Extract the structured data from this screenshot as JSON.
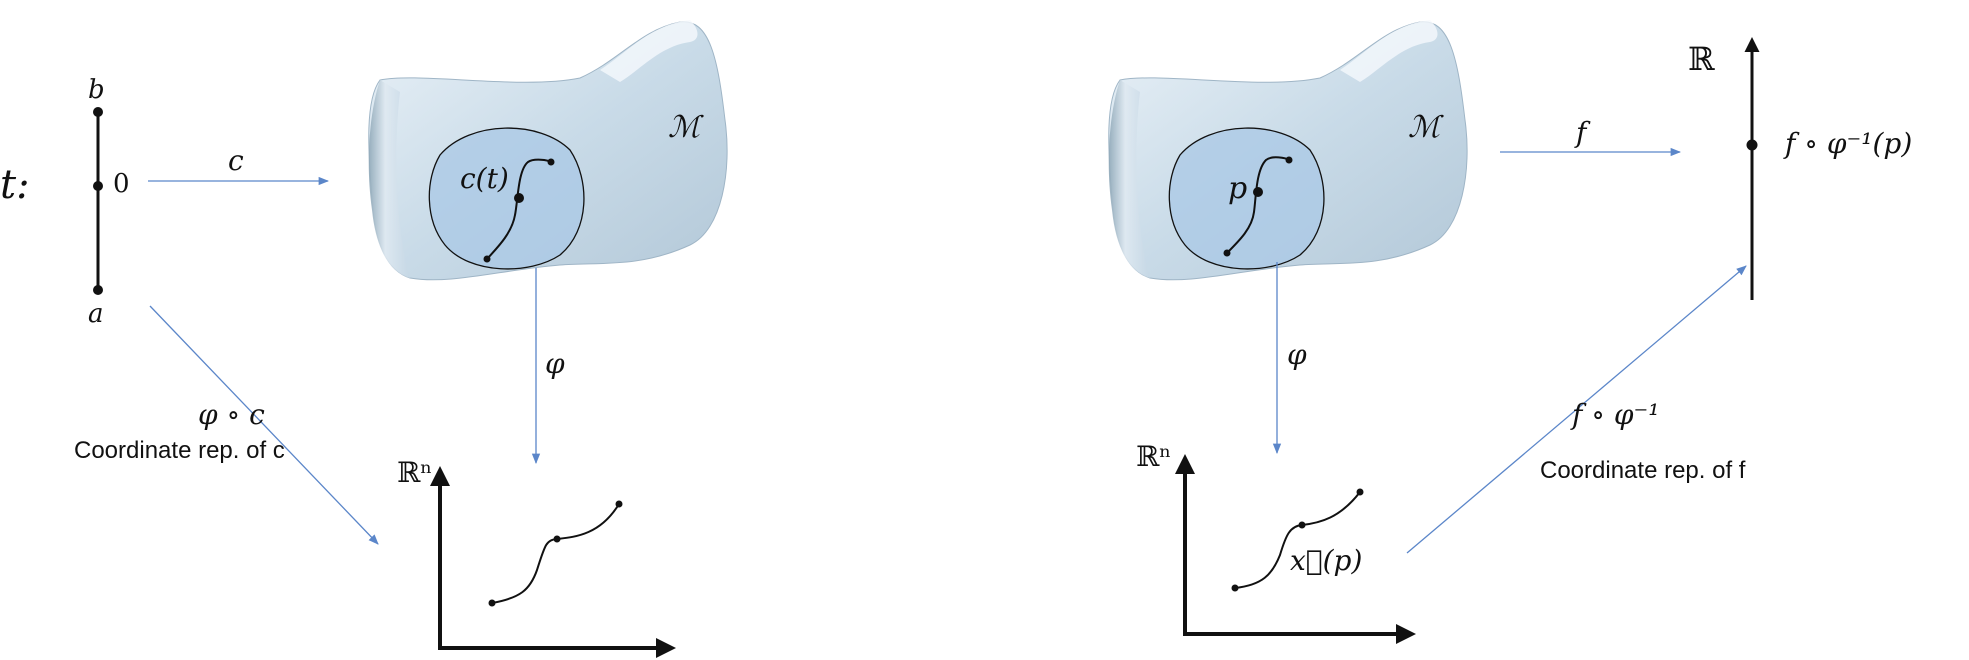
{
  "colors": {
    "arrow": "#5b86c9",
    "ink": "#111111",
    "blob": "#c9dbe8",
    "chart": "#a9c8e6"
  },
  "left_diagram": {
    "t_label": "t:",
    "interval_top": "b",
    "interval_mid": "0",
    "interval_bottom": "a",
    "map_c": "c",
    "manifold_label": "ℳ",
    "point_label": "c(t)",
    "map_phi": "φ",
    "composition": "φ ∘ c",
    "composition_note": "Coordinate rep. of c",
    "rn_label": "ℝⁿ"
  },
  "right_diagram": {
    "manifold_label": "ℳ",
    "point_label": "p",
    "map_f": "f",
    "real_line": "ℝ",
    "value_label": "f ∘ φ⁻¹(p)",
    "map_phi": "φ",
    "rn_label": "ℝⁿ",
    "coord_point": "x⃗(p)",
    "composition": "f ∘ φ⁻¹",
    "composition_note": "Coordinate rep. of f"
  }
}
